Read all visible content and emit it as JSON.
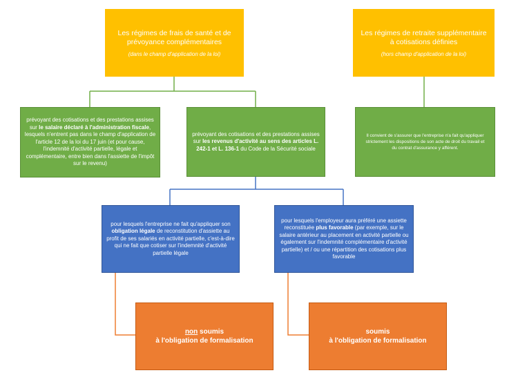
{
  "colors": {
    "yellow": "#ffc000",
    "green": "#70ad47",
    "blue": "#4472c4",
    "orange": "#ed7d31",
    "text": "#ffffff"
  },
  "top_left": {
    "title_line1": "Les régimes de frais de santé et de",
    "title_line2": "prévoyance complémentaires",
    "subtitle": "(dans le champ d'application de la loi)"
  },
  "top_right": {
    "title_line1": "Les régimes de retraite supplémentaire",
    "title_line2": "à cotisations définies",
    "subtitle": "(hors champ d'application de la loi)"
  },
  "green_left": {
    "text_a": "prévoyant des cotisations et des prestations assises sur ",
    "bold": "le salaire déclaré à l'administration fiscale",
    "text_b": ", lesquels n'entrent pas dans le champ d'application de l'article 12 de la loi du 17 juin (et pour cause, l'indemnité d'activité partielle, légale et complémentaire, entre bien dans l'assiette de l'impôt sur le revenu)"
  },
  "green_middle": {
    "text_a": "prévoyant des cotisations et des prestations assises sur ",
    "bold": "les revenus d'activité au sens des articles L. 242-1 et L. 136-1",
    "text_b": " du Code de la Sécurité sociale"
  },
  "green_right": {
    "text": "Il convient de s'assurer que l'entreprise n'a fait qu'appliquer strictement les dispositions de son acte de droit du travail et du contrat d'assurance y afférent."
  },
  "blue_left": {
    "text_a": "pour lesquels l'entreprise ne fait qu'appliquer son ",
    "bold": "obligation légale",
    "text_b": " de reconstitution d'assiette au profit de ses salariés en activité partielle, c'est-à-dire qui ne fait que cotiser sur l'indemnité d'activité partielle légale"
  },
  "blue_right": {
    "text_a": "pour lesquels l'employeur aura préféré une assiette reconstituée ",
    "bold": "plus favorable",
    "text_b": " (par exemple, sur le salaire antérieur au placement en activité partielle ou également sur l'indemnité complémentaire d'activité partielle) et / ou une répartition des cotisations plus favorable"
  },
  "orange_left": {
    "underline": "non",
    "text_a": " soumis",
    "line2": "à l'obligation de formalisation"
  },
  "orange_right": {
    "line1": "soumis",
    "line2": "à l'obligation de formalisation"
  }
}
